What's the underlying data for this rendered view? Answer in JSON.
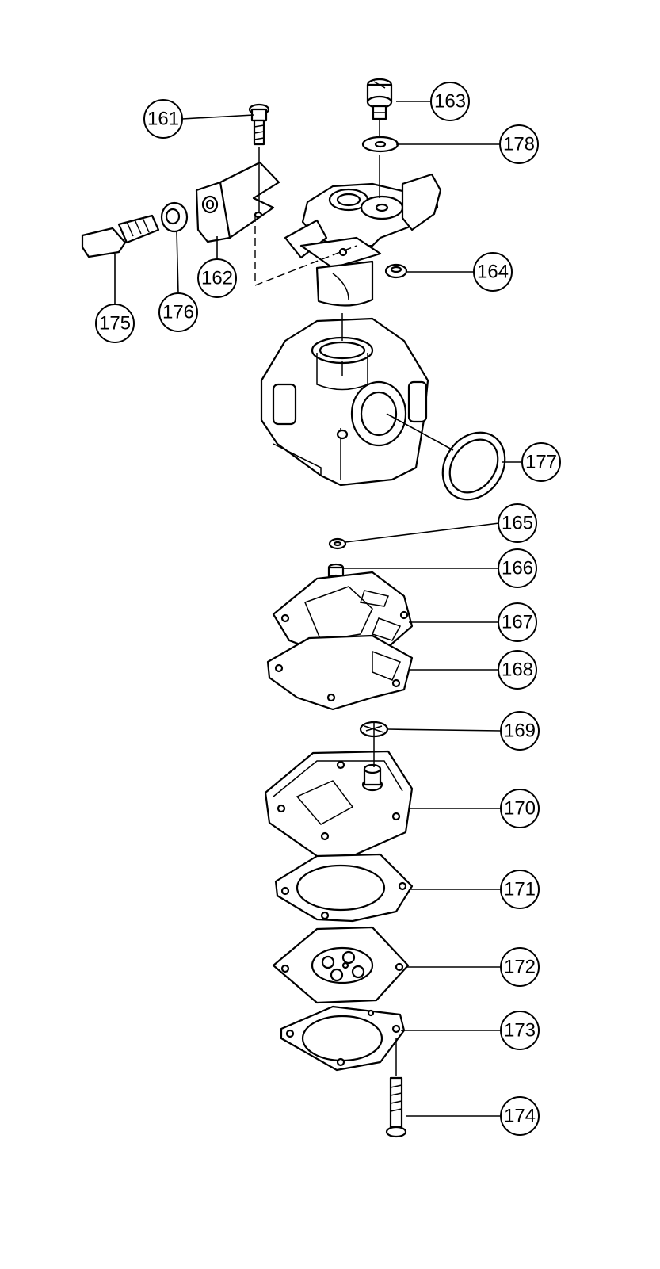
{
  "callouts": [
    {
      "id": "161",
      "label": "161"
    },
    {
      "id": "162",
      "label": "162"
    },
    {
      "id": "163",
      "label": "163"
    },
    {
      "id": "164",
      "label": "164"
    },
    {
      "id": "165",
      "label": "165"
    },
    {
      "id": "166",
      "label": "166"
    },
    {
      "id": "167",
      "label": "167"
    },
    {
      "id": "168",
      "label": "168"
    },
    {
      "id": "169",
      "label": "169"
    },
    {
      "id": "170",
      "label": "170"
    },
    {
      "id": "171",
      "label": "171"
    },
    {
      "id": "172",
      "label": "172"
    },
    {
      "id": "173",
      "label": "173"
    },
    {
      "id": "174",
      "label": "174"
    },
    {
      "id": "175",
      "label": "175"
    },
    {
      "id": "176",
      "label": "176"
    },
    {
      "id": "177",
      "label": "177"
    },
    {
      "id": "178",
      "label": "178"
    }
  ]
}
